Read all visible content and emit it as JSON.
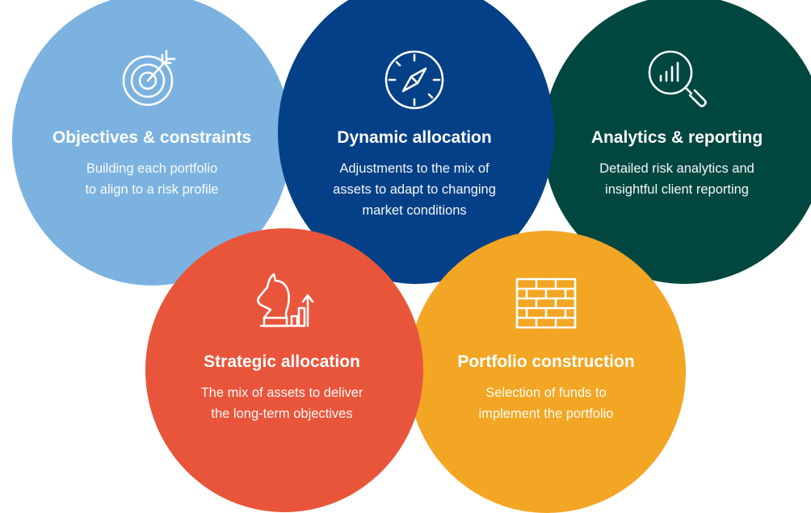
{
  "colors": {
    "objectives": "#7BB2E0",
    "dynamic": "#034087",
    "analytics": "#004740",
    "strategic": "#E9553B",
    "portfolio": "#F3A623",
    "text": "#FFFFFF"
  },
  "nodes": [
    {
      "id": "objectives",
      "icon": "target-icon",
      "title": "Objectives & constraints",
      "lines": [
        "Building each portfolio",
        "to align to a risk profile"
      ]
    },
    {
      "id": "dynamic",
      "icon": "compass-icon",
      "title": "Dynamic allocation",
      "lines": [
        "Adjustments to the mix of",
        "assets to adapt to changing",
        "market conditions"
      ]
    },
    {
      "id": "analytics",
      "icon": "magnifier-chart-icon",
      "title": "Analytics & reporting",
      "lines": [
        "Detailed risk analytics and",
        "insightful client reporting"
      ]
    },
    {
      "id": "strategic",
      "icon": "chess-knight-growth-icon",
      "title": "Strategic allocation",
      "lines": [
        "The mix of assets to deliver",
        "the long-term objectives"
      ]
    },
    {
      "id": "portfolio",
      "icon": "brick-wall-icon",
      "title": "Portfolio construction",
      "lines": [
        "Selection of funds to",
        "implement the portfolio"
      ]
    }
  ]
}
